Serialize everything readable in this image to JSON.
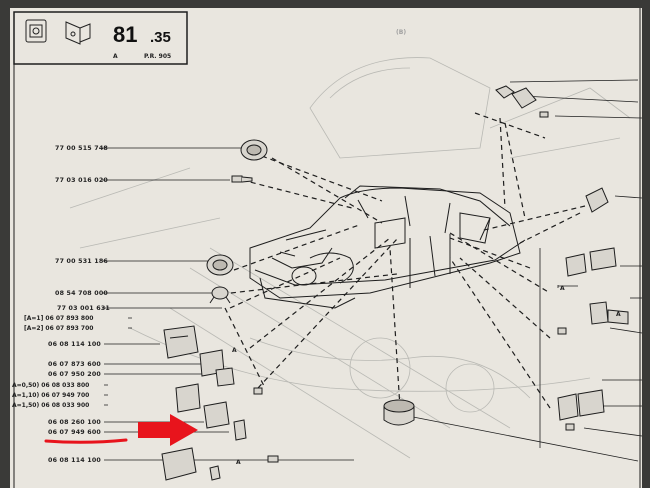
{
  "header": {
    "section_major": "81",
    "section_minor": ".35",
    "sub_left": "A",
    "sub_right": "P.R. 905",
    "ghost_label": "(B)"
  },
  "parts": [
    {
      "id": "p1",
      "label": "77 00 515 748"
    },
    {
      "id": "p2",
      "label": "77 03 016 020"
    },
    {
      "id": "p3",
      "label": "77 00 531 186"
    },
    {
      "id": "p4",
      "label": "08 54 708 000"
    },
    {
      "id": "p5",
      "label": "77 03 001 631"
    },
    {
      "id": "p6",
      "label": "[A=1] 06 07 893 800"
    },
    {
      "id": "p7",
      "label": "[A=2] 06 07 893 700"
    },
    {
      "id": "p8",
      "label": "06 08 114 100"
    },
    {
      "id": "p9",
      "label": "06 07 873 600"
    },
    {
      "id": "p10",
      "label": "06 07 950 200"
    },
    {
      "id": "p11",
      "label": "A=0,50) 06 08 033 800"
    },
    {
      "id": "p12",
      "label": "A=1,10) 06 07 949 700"
    },
    {
      "id": "p13",
      "label": "A=1,50) 06 08 033 900"
    },
    {
      "id": "p14",
      "label": "06 08 260 100"
    },
    {
      "id": "p15",
      "label": "06 07 949 600"
    },
    {
      "id": "p16",
      "label": "06 08 114 100"
    }
  ],
  "callouts": {
    "a1": "A",
    "a2": "A",
    "a3": "A",
    "a4": "A"
  },
  "colors": {
    "paper": "#e9e6df",
    "ink": "#1e1e1e",
    "arrow": "#e8141c",
    "frame": "#3a3a38"
  }
}
